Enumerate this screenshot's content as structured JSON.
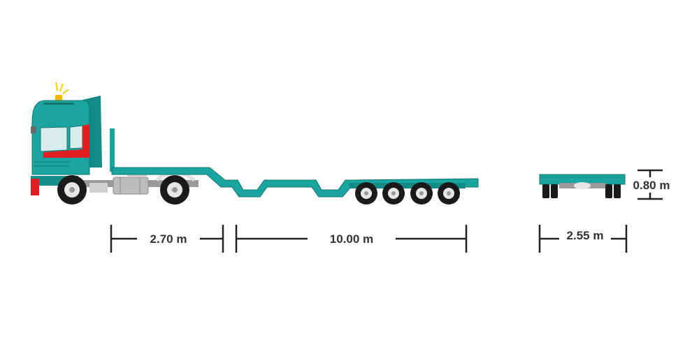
{
  "colors": {
    "body": "#1aa5a0",
    "body_dark": "#128a86",
    "accent_red": "#e02020",
    "beacon": "#f5d000",
    "tire": "#1a1a1a",
    "rim": "#e6e6e6",
    "dimension_line": "#222222",
    "label": "#333333"
  },
  "dimensions": {
    "gooseneck": "2.70 m",
    "deck_length": "10.00 m",
    "width": "2.55 m",
    "deck_height": "0.80 m"
  }
}
